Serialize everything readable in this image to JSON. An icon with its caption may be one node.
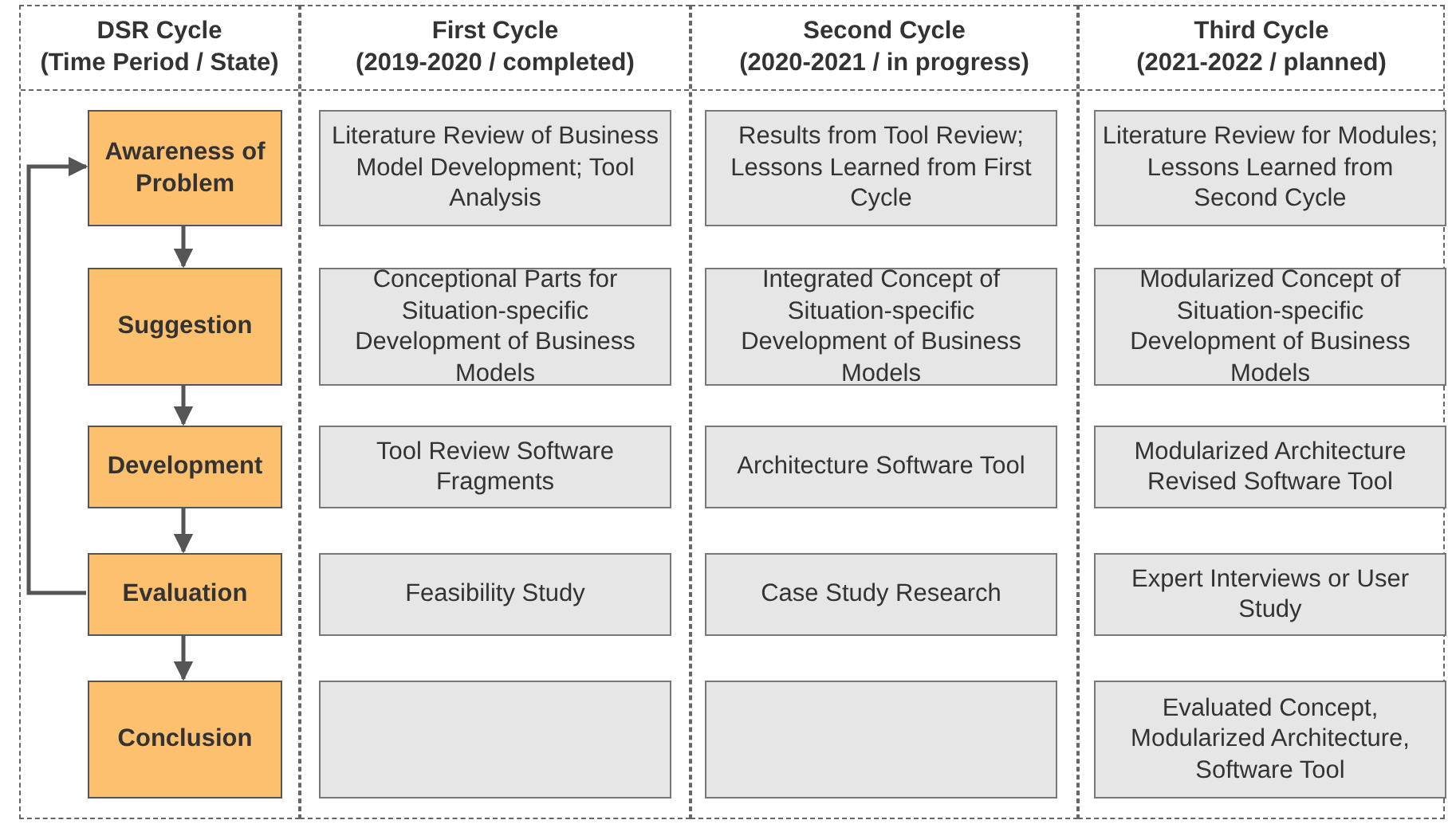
{
  "diagram": {
    "nodes": [
      {
        "text": [
          "DSR Cycle",
          "(Time Period / State)"
        ]
      },
      {
        "text": [
          "Awareness of Problem"
        ],
        "in": 0
      },
      {
        "text": [
          "Suggestion"
        ],
        "in": 0
      },
      {
        "text": [
          "Development"
        ],
        "in": 0
      },
      {
        "text": [
          "Evaluation"
        ],
        "in": 0
      },
      {
        "text": [
          "Conclusion"
        ],
        "in": 0
      },
      {
        "text": [
          "First Cycle",
          "(2019-2020 / completed)"
        ]
      },
      {
        "text": [
          "Literature Review of Business Model Development; Tool Analysis"
        ],
        "in": 6
      },
      {
        "text": [
          "Conceptional Parts for Situation-specific Development of Business Models"
        ],
        "in": 6
      },
      {
        "text": [
          "Tool Review Software Fragments"
        ],
        "in": 6
      },
      {
        "text": [
          "Feasibility Study"
        ],
        "in": 6
      },
      {
        "text": [],
        "shape": "box",
        "in": 6
      },
      {
        "text": [
          "Second Cycle",
          "(2020-2021 / in progress)"
        ]
      },
      {
        "text": [
          "Results from Tool Review; Lessons Learned from First Cycle"
        ],
        "in": 12
      },
      {
        "text": [
          "Integrated Concept of Situation-specific Development of Business Models"
        ],
        "in": 12
      },
      {
        "text": [
          "Architecture Software Tool"
        ],
        "in": 12
      },
      {
        "text": [
          "Case Study Research"
        ],
        "in": 12
      },
      {
        "text": [],
        "shape": "box",
        "in": 12
      },
      {
        "text": [
          "Third Cycle",
          "(2021-2022 / planned)"
        ]
      },
      {
        "text": [
          "Literature Review for Modules; Lessons Learned from Second Cycle"
        ],
        "in": 18
      },
      {
        "text": [
          "Modularized Concept of Situation-specific Development of Business Models"
        ],
        "in": 18
      },
      {
        "text": [
          "Modularized Architecture Revised Software Tool"
        ],
        "in": 18
      },
      {
        "text": [
          "Expert Interviews or User Study"
        ],
        "in": 18
      },
      {
        "text": [
          "Evaluated Concept, Modularized Architecture, Software Tool"
        ],
        "in": 18
      }
    ],
    "edges": [
      {
        "from": 1,
        "to": 2,
        "arrow": "to"
      },
      {
        "from": 2,
        "to": 3,
        "arrow": "to"
      },
      {
        "from": 3,
        "to": 4,
        "arrow": "to"
      },
      {
        "from": 4,
        "to": 5,
        "arrow": "to"
      },
      {
        "from": 4,
        "to": 1,
        "arrow": "to"
      }
    ]
  }
}
